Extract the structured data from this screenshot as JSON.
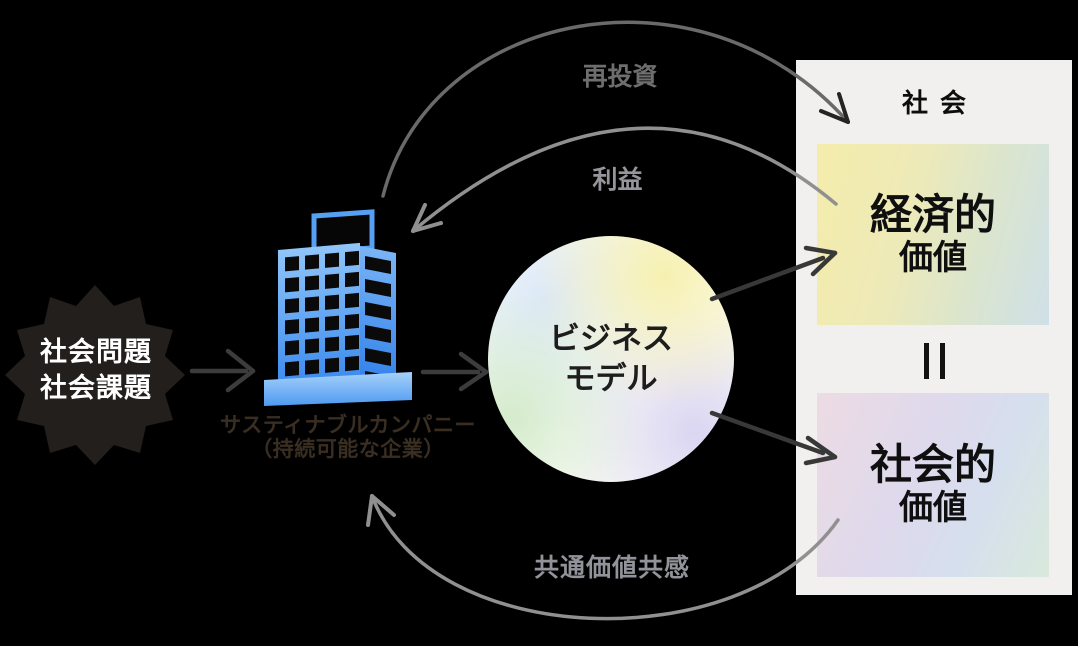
{
  "burst": {
    "lines": [
      "社会問題",
      "社会課題"
    ]
  },
  "company": {
    "name": "サスティナブルカンパニー",
    "subtitle": "（持続可能な企業）"
  },
  "business_model": {
    "lines": [
      "ビジネス",
      "モデル"
    ]
  },
  "society": {
    "title": "社会",
    "economic_box": {
      "title": "経済的",
      "subtitle": "価値"
    },
    "social_box": {
      "title": "社会的",
      "subtitle": "価値"
    },
    "equals_symbol": "＝"
  },
  "flows": {
    "reinvestment": {
      "label": "再投資"
    },
    "profit": {
      "label": "利益"
    },
    "shared_value": {
      "label": "共通価値共感"
    }
  },
  "colors": {
    "background": "#000000",
    "burst_fill": "#221f1c",
    "burst_text": "#ffffff",
    "building_blue_light": "#90c5f9",
    "building_blue_dark": "#3e8cee",
    "company_label": "#3a2e22",
    "panel_bg": "#f1f0ee",
    "panel_text": "#0d0d0d",
    "economic_gradient": [
      "#f4ecab",
      "#cfe0e8"
    ],
    "social_gradient": [
      "#eddbe3",
      "#d9e9dc"
    ],
    "dark_arrow": "#3c3c3c",
    "gray_arrow": "#909090",
    "reinvest_curve": "#6a6a6a"
  }
}
